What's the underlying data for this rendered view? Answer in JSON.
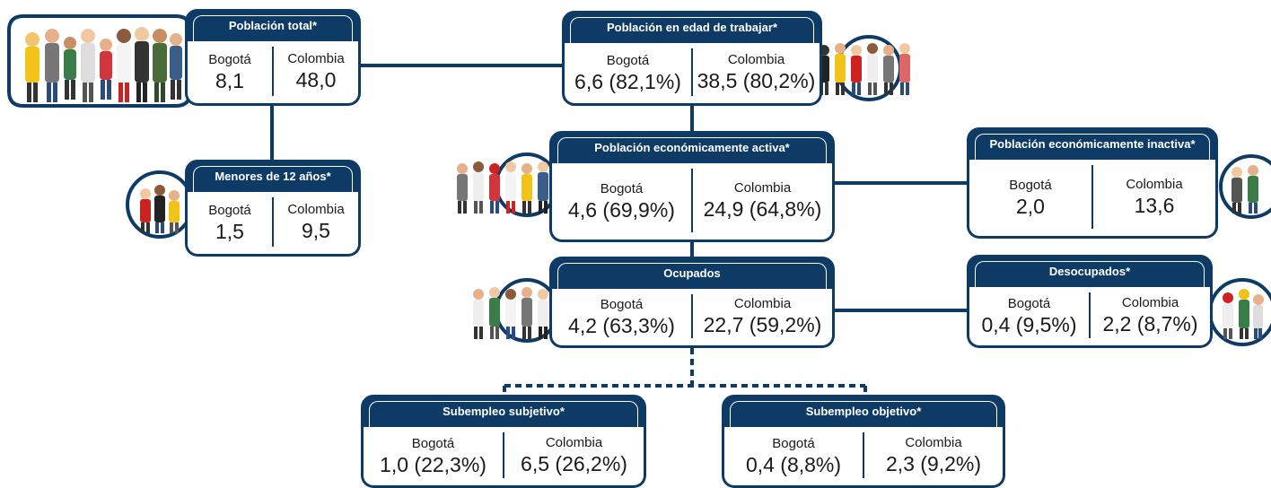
{
  "labels": {
    "bogota": "Bogotá",
    "colombia": "Colombia"
  },
  "nodes": {
    "poblacion_total": {
      "title": "Población total*",
      "bogota": "8,1",
      "colombia": "48,0"
    },
    "menores_12": {
      "title": "Menores de 12 años*",
      "bogota": "1,5",
      "colombia": "9,5"
    },
    "pet": {
      "title": "Población en edad de trabajar*",
      "bogota": "6,6 (82,1%)",
      "colombia": "38,5 (80,2%)"
    },
    "pea": {
      "title": "Población económicamente activa*",
      "bogota": "4,6 (69,9%)",
      "colombia": "24,9 (64,8%)"
    },
    "pei": {
      "title": "Población económicamente inactiva*",
      "bogota": "2,0",
      "colombia": "13,6"
    },
    "ocupados": {
      "title": "Ocupados",
      "bogota": "4,2 (63,3%)",
      "colombia": "22,7 (59,2%)"
    },
    "desocupados": {
      "title": "Desocupados*",
      "bogota": "0,4 (9,5%)",
      "colombia": "2,2 (8,7%)"
    },
    "sub_subjetivo": {
      "title": "Subempleo subjetivo*",
      "bogota": "1,0 (22,3%)",
      "colombia": "6,5 (26,2%)"
    },
    "sub_objetivo": {
      "title": "Subempleo objetivo*",
      "bogota": "0,4 (8,8%)",
      "colombia": "2,3 (9,2%)"
    }
  },
  "colors": {
    "navy": "#0e3a66",
    "background": "#ffffff"
  },
  "illustrations": [
    "crowd-illustration-large",
    "crowd-illustration-children",
    "crowd-illustration-working-age",
    "crowd-illustration-active",
    "crowd-illustration-inactive",
    "crowd-illustration-employed",
    "crowd-illustration-unemployed"
  ]
}
